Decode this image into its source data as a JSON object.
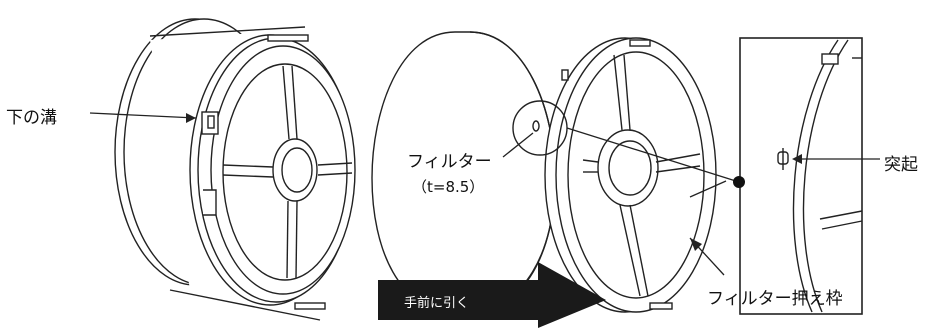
{
  "labels": {
    "groove": "下の溝",
    "filter": "フィルター",
    "thickness": "（t=8.5）",
    "protrusion": "突起",
    "holder_frame": "フィルター押え枠",
    "pull_direction": "手前に引く"
  },
  "colors": {
    "line": "#222222",
    "arrow_fill": "#1a1a1a",
    "background": "#ffffff"
  }
}
